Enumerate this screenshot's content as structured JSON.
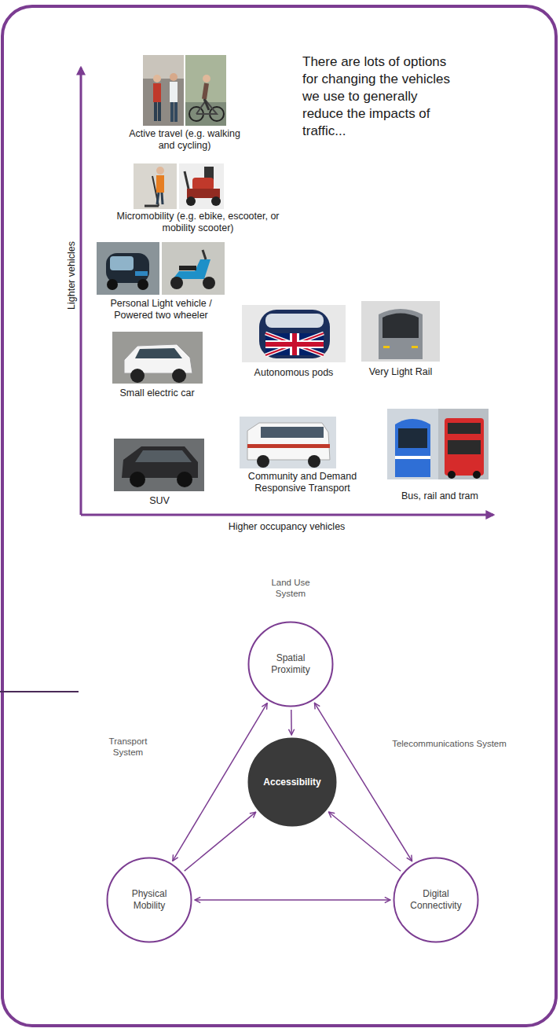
{
  "diagram": {
    "nodes": [
      {
        "text": [
          "Spatial Proximity"
        ]
      },
      {
        "text": [
          "Accessibility"
        ]
      },
      {
        "text": [
          "Physical Mobility"
        ]
      },
      {
        "text": [
          "Digital Connectivity"
        ]
      }
    ],
    "edges": [
      {
        "from": 0,
        "to": 2,
        "arrow": "both"
      },
      {
        "from": 0,
        "to": 3,
        "arrow": "both"
      },
      {
        "from": 2,
        "to": 3,
        "arrow": "both"
      },
      {
        "from": 0,
        "to": 1,
        "arrow": "to"
      },
      {
        "from": 2,
        "to": 1,
        "arrow": "to"
      },
      {
        "from": 3,
        "to": 1,
        "arrow": "to"
      }
    ],
    "labels": [
      "Active travel (e.g. walking and cycling)",
      "There are lots of options for changing the vehicles we use to generally reduce the impacts of traffic...",
      "Micromobility (e.g. ebike, escooter, or mobility scooter)",
      "Personal Light vehicle / Powered two wheeler",
      "Autonomous pods",
      "Very Light Rail",
      "Small electric car",
      "Community and Demand Responsive Transport",
      "Bus, rail and tram",
      "SUV",
      "Lighter vehicles",
      "Higher occupancy vehicles",
      "Land Use System",
      "Transport System",
      "Telecommunications System"
    ]
  }
}
